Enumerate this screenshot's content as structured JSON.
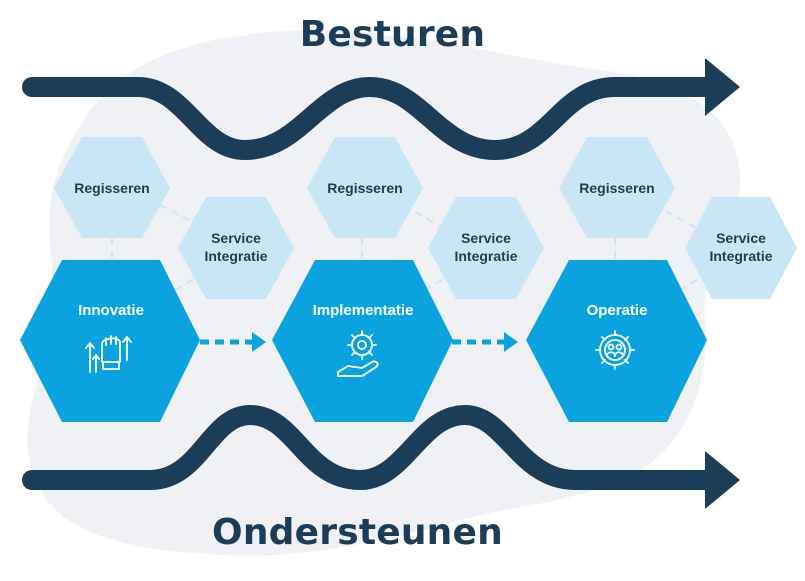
{
  "titles": {
    "top": "Besturen",
    "bottom": "Ondersteunen"
  },
  "columns": [
    {
      "main": "Innovatie",
      "top": "Regisseren",
      "side_line1": "Service",
      "side_line2": "Integratie",
      "icon": "fist-up-arrows-icon"
    },
    {
      "main": "Implementatie",
      "top": "Regisseren",
      "side_line1": "Service",
      "side_line2": "Integratie",
      "icon": "gear-wrench-hand-icon"
    },
    {
      "main": "Operatie",
      "top": "Regisseren",
      "side_line1": "Service",
      "side_line2": "Integratie",
      "icon": "gear-people-icon"
    }
  ],
  "colors": {
    "navy": "#1c3d57",
    "main_hex": "#0aa3e0",
    "light_hex": "#c9e6f6",
    "light_hex_text": "#1c3d57",
    "background_blob": "#eff1f4"
  }
}
